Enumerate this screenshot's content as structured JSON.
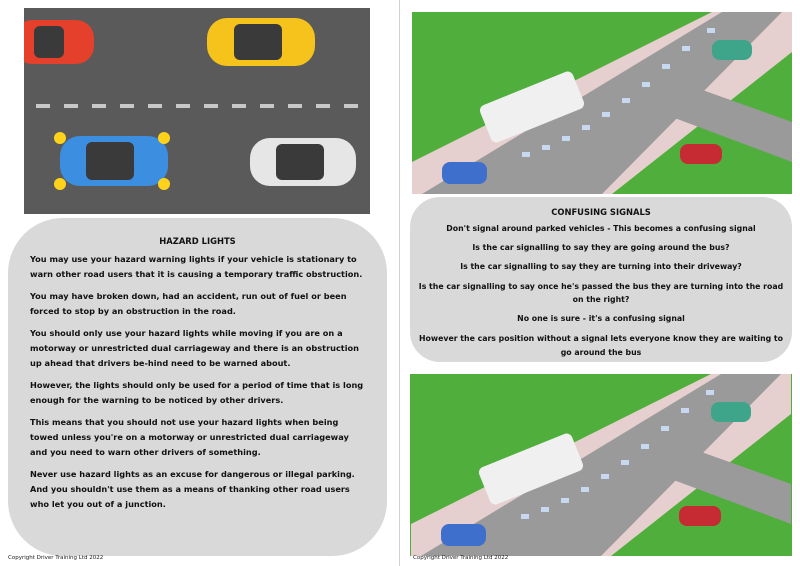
{
  "left": {
    "title": "HAZARD LIGHTS",
    "paragraphs": [
      "You may use your hazard warning lights if your vehicle is stationary to warn other road users that it is causing a temporary traffic obstruction.",
      "You may have broken down, had an accident, run out of fuel or been forced to stop by an obstruction in the road.",
      "You should only use your hazard lights while moving if you are on a motorway or unrestricted dual carriageway and there is an obstruction up ahead that drivers be-hind need to be warned about.",
      " However, the lights should only be used for a period of time that is long enough for the warning to be noticed by other drivers.",
      "This means that you should not use your hazard lights when being towed unless you're on a motorway or unrestricted dual carriageway and you need to warn other drivers of something.",
      "Never use hazard lights as an excuse for dangerous or illegal parking. And you shouldn't use them as a means of thanking other road users who let you out of a junction."
    ],
    "copyright": "Copyright Driver Training Ltd 2022"
  },
  "right": {
    "title": "CONFUSING SIGNALS",
    "paragraphs": [
      "Don't signal around parked vehicles - This becomes a confusing signal",
      "Is the car signalling to say they are going around the bus?",
      "Is the car signalling to say they are turning into their driveway?",
      "Is the car signalling to say once he's passed the bus they are turning into the road on the right?",
      "No one is sure - it's a confusing signal",
      "However the cars position without a signal lets everyone know they are waiting to go around the bus"
    ],
    "copyright": "Copyright Driver Training Ltd 2022"
  }
}
